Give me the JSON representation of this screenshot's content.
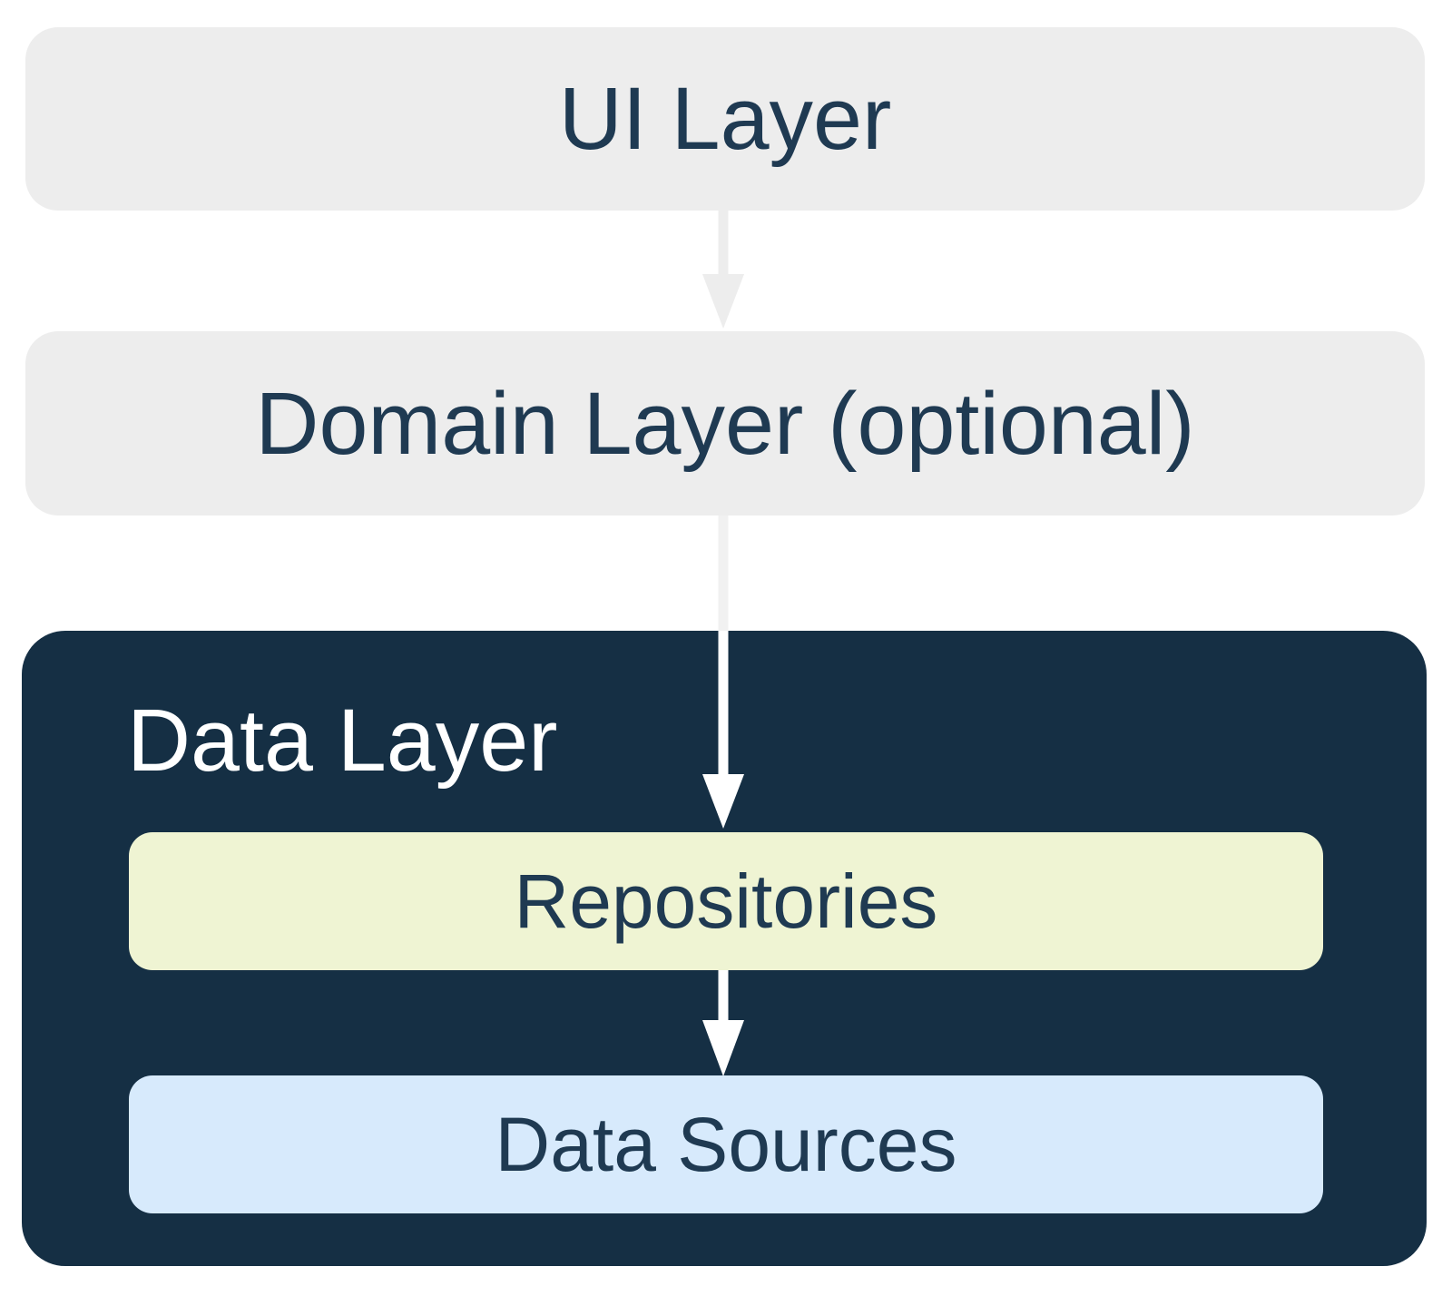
{
  "diagram": {
    "ui_layer": {
      "label": "UI Layer"
    },
    "domain_layer": {
      "label": "Domain Layer (optional)"
    },
    "data_layer": {
      "label": "Data Layer",
      "children": {
        "repositories": {
          "label": "Repositories"
        },
        "data_sources": {
          "label": "Data Sources"
        }
      }
    }
  },
  "colors": {
    "canvas-bg": "#FFFFFF",
    "layer-gray": "#EDEDED",
    "navy": "#152F44",
    "text-navy": "#1F3A52",
    "text-white": "#FFFFFF",
    "repositories-fill": "#EFF4D3",
    "data-sources-fill": "#D7EAFC",
    "arrow-gray": "#EDEDED",
    "arrow-light": "#F1F1F1",
    "arrow-white": "#FFFFFF"
  }
}
